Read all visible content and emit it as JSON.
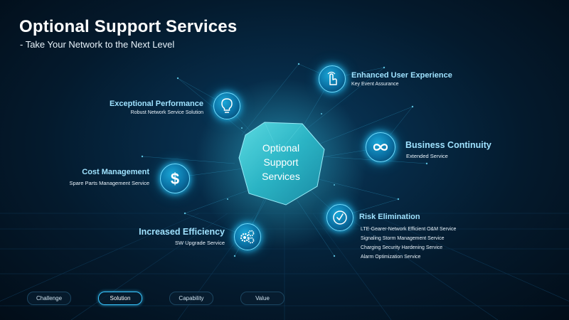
{
  "header": {
    "title": "Optional Support Services",
    "subtitle": "- Take Your Network to the Next Level"
  },
  "hub": {
    "lines": [
      "Optional",
      "Support",
      "Services"
    ]
  },
  "services": {
    "enhanced_ux": {
      "title": "Enhanced User Experience",
      "items": [
        "Key Event Assurance"
      ],
      "icon": "hand-pointer-icon"
    },
    "exceptional_performance": {
      "title": "Exceptional Performance",
      "items": [
        "Robust Network Service Solution"
      ],
      "icon": "lightbulb-icon"
    },
    "business_continuity": {
      "title": "Business Continuity",
      "items": [
        "Extended Service"
      ],
      "icon": "infinity-icon"
    },
    "cost_management": {
      "title": "Cost Management",
      "items": [
        "Spare Parts Management Service"
      ],
      "icon": "dollar-icon"
    },
    "risk_elimination": {
      "title": "Risk Elimination",
      "items": [
        "LTE-Gearer-Network Efficient O&M Service",
        "Signaling Storm Management Service",
        "Charging Security Hardening Service",
        "Alarm Optimization Service"
      ],
      "icon": "clock-check-icon"
    },
    "increased_efficiency": {
      "title": "Increased Efficiency",
      "items": [
        "SW Upgrade Service"
      ],
      "icon": "gears-icon"
    }
  },
  "nav": {
    "items": [
      "Challenge",
      "Solution",
      "Capability",
      "Value"
    ],
    "active": "Solution"
  },
  "colors": {
    "accent": "#38c7ff",
    "background": "#041a2d",
    "hub": "#34c6d4"
  }
}
